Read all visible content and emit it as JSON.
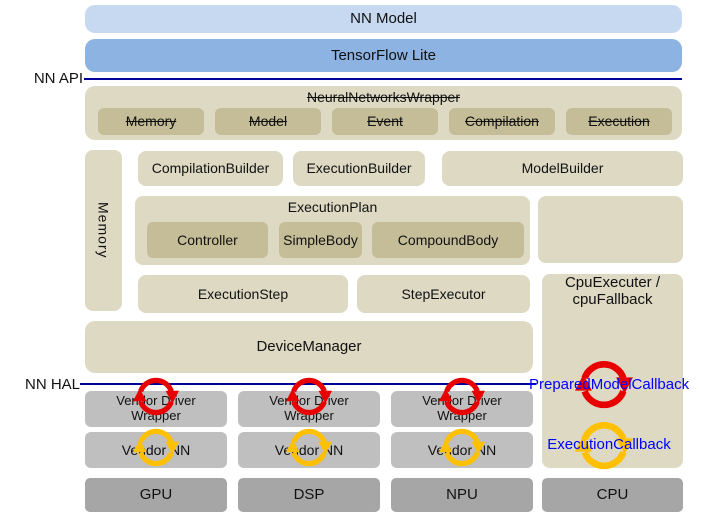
{
  "colors": {
    "layer_blue_light": "#C6D9F0",
    "layer_blue_mid": "#8DB3E2",
    "block_tan_light": "#DDD9C3",
    "block_tan_dark": "#C4BD97",
    "block_gray_light": "#BFBFBF",
    "block_gray_dark": "#A6A6A6",
    "boundary_line_blue": "#00009B",
    "callback_text_blue": "#0000FF",
    "arrow_red": "#E80000",
    "arrow_yellow": "#FFC000"
  },
  "layers": {
    "nn_model": "NN Model",
    "tensorflow_lite": "TensorFlow Lite"
  },
  "boundaries": {
    "api_label": "NN API",
    "hal_label": "NN HAL"
  },
  "wrapper": {
    "title": "NeuralNetworksWrapper",
    "items": [
      "Memory",
      "Model",
      "Event",
      "Compilation",
      "Execution"
    ]
  },
  "runtime": {
    "memory": "Memory",
    "compilation_builder": "CompilationBuilder",
    "execution_builder": "ExecutionBuilder",
    "model_builder": "ModelBuilder",
    "execution_plan": {
      "title": "ExecutionPlan",
      "items": [
        "Controller",
        "SimpleBody",
        "CompoundBody"
      ]
    },
    "execution_step": "ExecutionStep",
    "step_executor": "StepExecutor",
    "cpu_executer": "CpuExecuter / cpuFallback",
    "device_manager": "DeviceManager"
  },
  "hal": {
    "columns": [
      {
        "wrapper": "Vendor Driver Wrapper",
        "nn": "Vendor NN",
        "hw": "GPU"
      },
      {
        "wrapper": "Vendor Driver Wrapper",
        "nn": "Vendor NN",
        "hw": "DSP"
      },
      {
        "wrapper": "Vendor Driver Wrapper",
        "nn": "Vendor NN",
        "hw": "NPU"
      }
    ],
    "cpu_hw": "CPU"
  },
  "callbacks": {
    "prepared_model": "PreparedModelCallback",
    "execution": "ExecutionCallback"
  }
}
